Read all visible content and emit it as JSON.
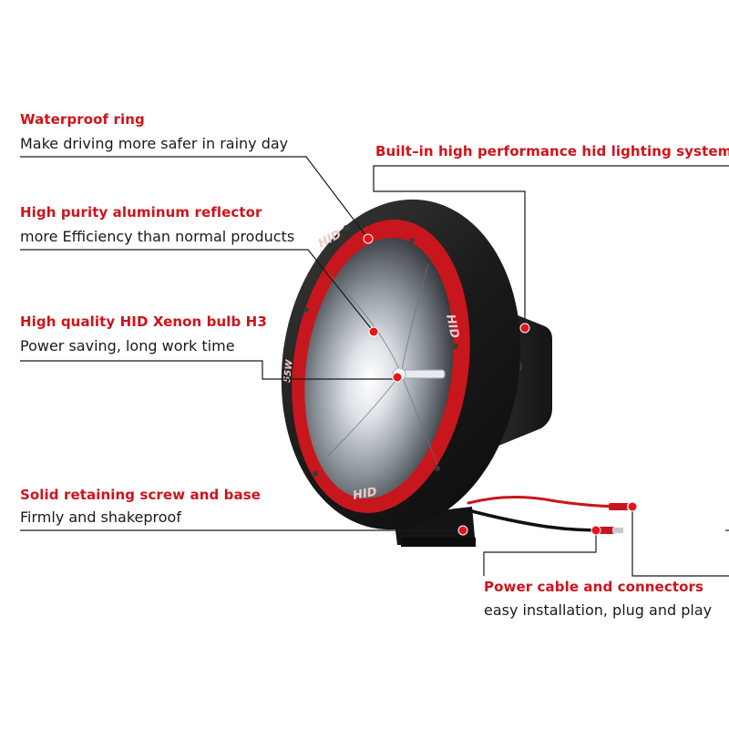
{
  "colors": {
    "accent_red": "#d0121a",
    "line": "#1a1a1a",
    "housing": "#1c1c1c",
    "ring": "#c8161d",
    "marker": "#e3141b"
  },
  "callouts": {
    "waterproof": {
      "title": "Waterproof ring",
      "desc": "Make driving more safer in rainy day"
    },
    "lighting": {
      "title": "Built–in high performance hid lighting system"
    },
    "reflector": {
      "title": "High purity aluminum reflector",
      "desc": "more Efficiency than normal products"
    },
    "bulb": {
      "title": "High quality HID Xenon bulb H3",
      "desc": "Power saving, long work time"
    },
    "screw": {
      "title": "Solid retaining screw and base",
      "desc": "Firmly and shakeproof"
    },
    "cable": {
      "title": "Power cable and connectors",
      "desc": "easy installation, plug and play"
    }
  },
  "product": {
    "ring_text": "HID",
    "ring_text_side": "HID",
    "ring_text_bottom": "HID",
    "ring_text_left": "55W"
  }
}
